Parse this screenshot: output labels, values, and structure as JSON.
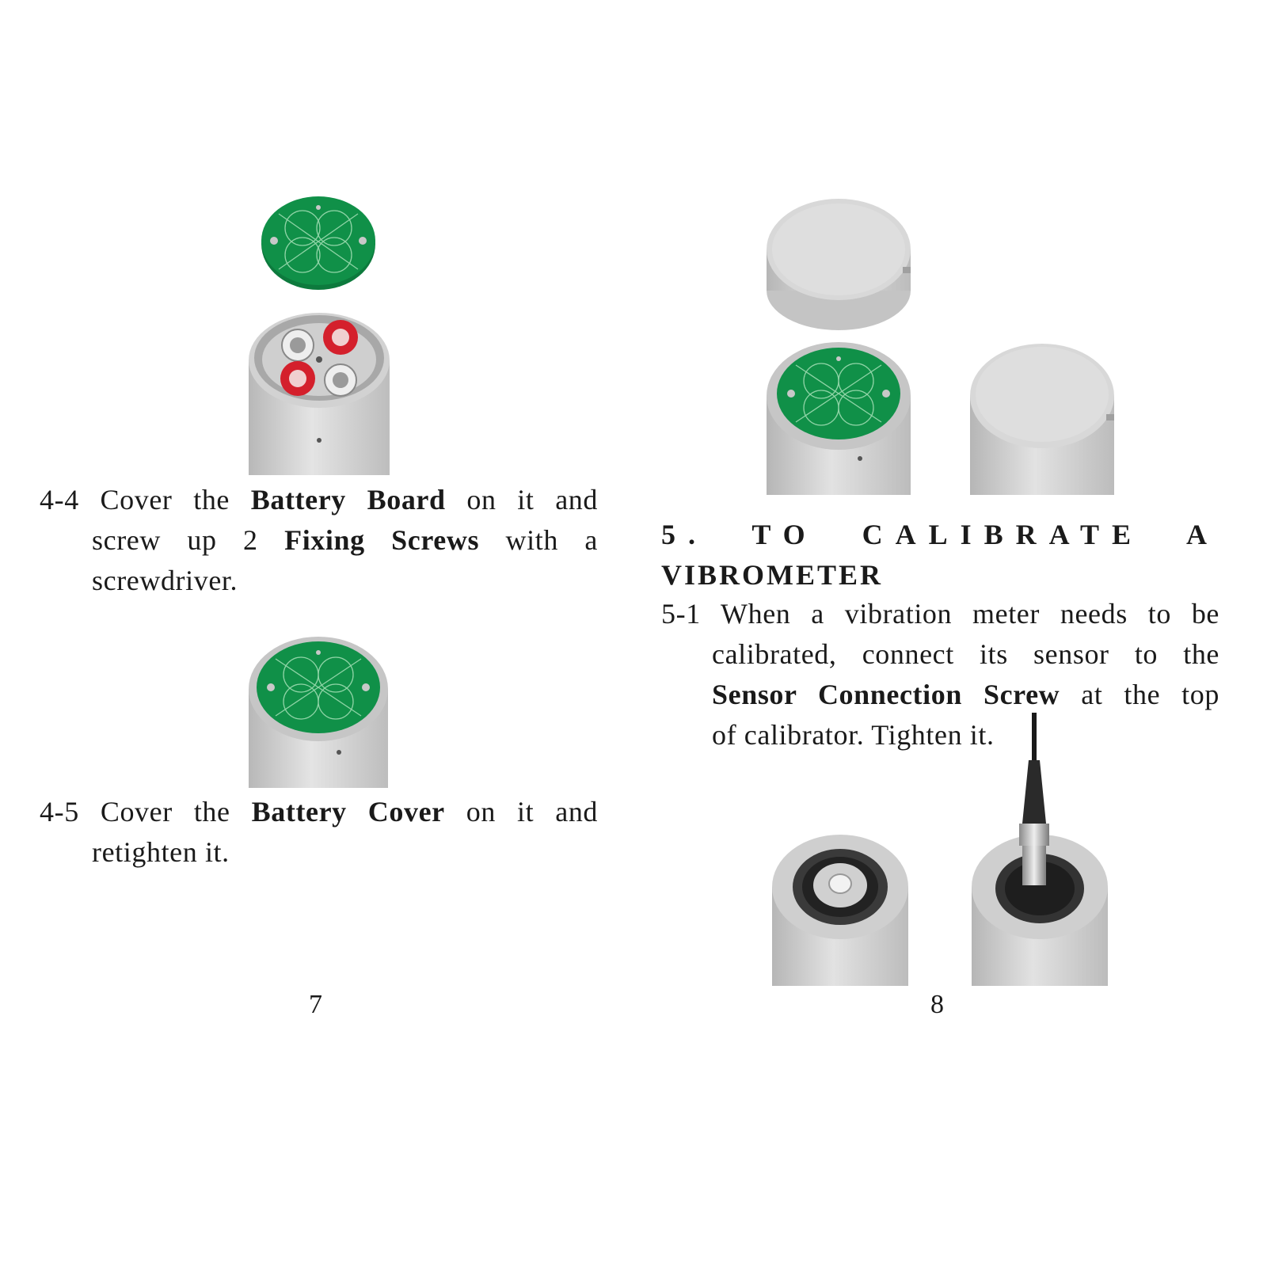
{
  "left_page": {
    "step_4_4": {
      "number": "4-4",
      "line1_pre": "Cover the",
      "line1_bold": "Battery Board",
      "line1_post": "on it and",
      "line2_pre": "screw up 2",
      "line2_bold": "Fixing Screws",
      "line2_post": "with a",
      "line3": "screwdriver."
    },
    "step_4_5": {
      "number": "4-5",
      "line1_pre": "Cover the",
      "line1_bold": "Battery Cover",
      "line1_post": "on it and",
      "line2": "retighten it."
    },
    "page_number": "7"
  },
  "right_page": {
    "section_heading": {
      "line1": "5. TO CALIBRATE A",
      "line2": "VIBROMETER"
    },
    "step_5_1": {
      "number": "5-1",
      "line1": "When a vibration meter needs to be",
      "line2": "calibrated, connect its sensor to the",
      "line3_bold": "Sensor Connection Screw",
      "line3_post": "at the top",
      "line4": "of calibrator. Tighten it."
    },
    "page_number": "8"
  },
  "colors": {
    "pcb_green": "#0f8a45",
    "aluminum": "#c9c9c9",
    "battery_red": "#d4202c",
    "text": "#1a1a1a"
  }
}
